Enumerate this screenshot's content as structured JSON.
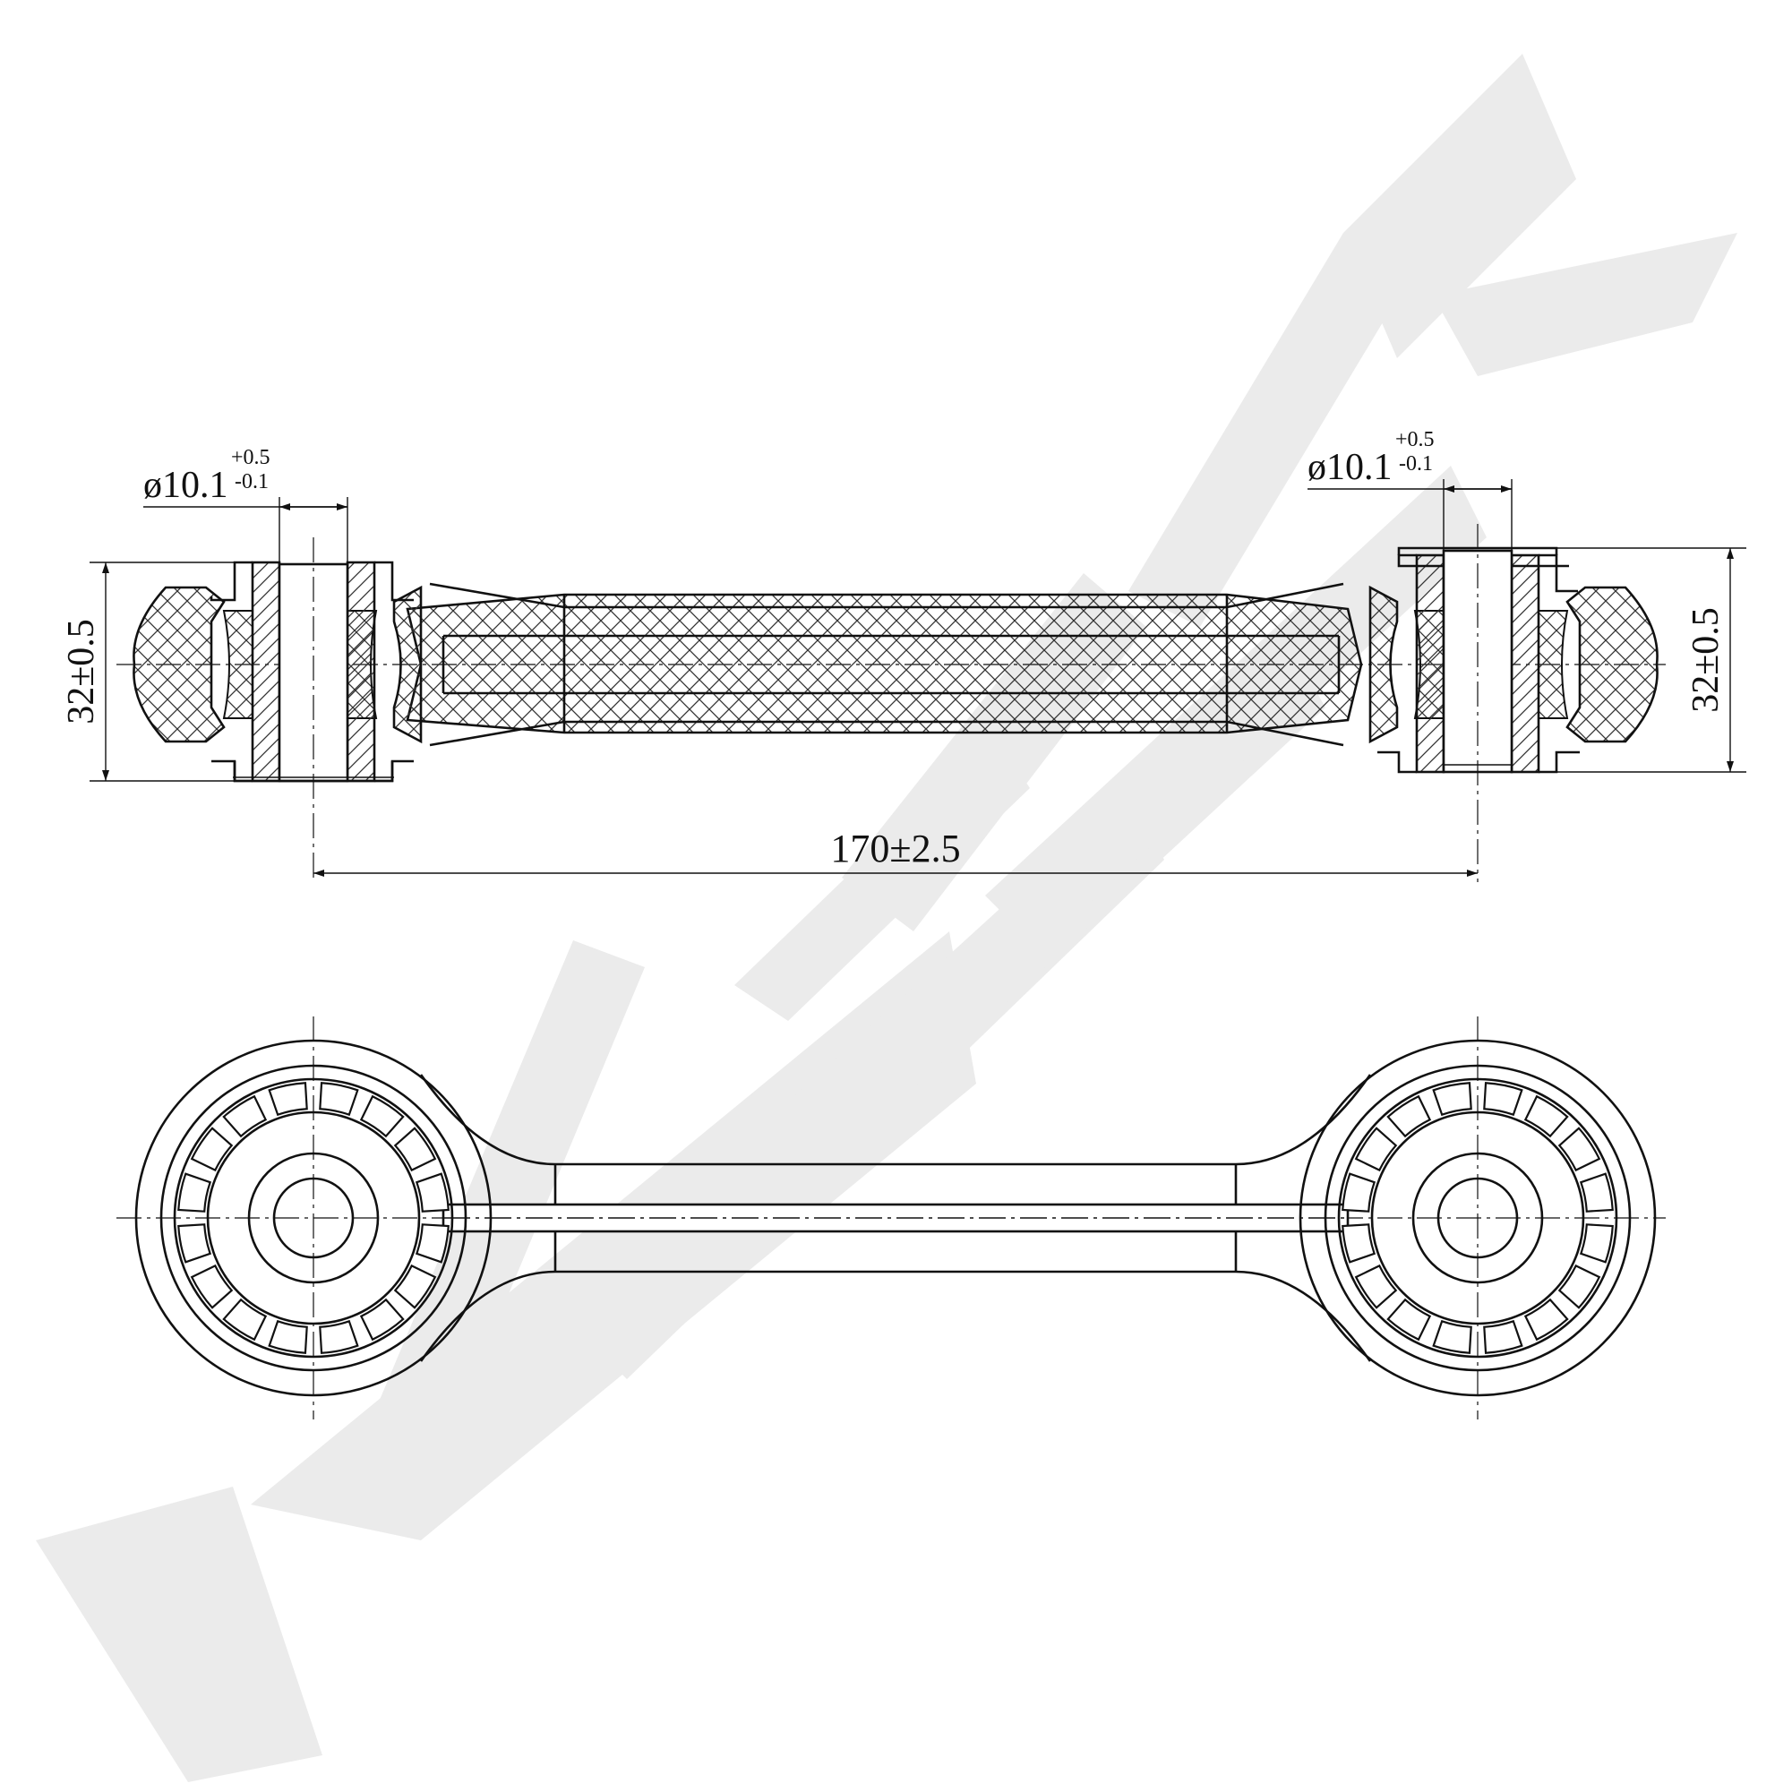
{
  "watermark": {
    "text": "ZENNEK",
    "color": "#ebebeb"
  },
  "dimensions": {
    "bore_left": {
      "nominal": "ø10.1",
      "tol_upper": "+0.5",
      "tol_lower": "-0.1"
    },
    "bore_right": {
      "nominal": "ø10.1",
      "tol_upper": "+0.5",
      "tol_lower": "-0.1"
    },
    "height_left": "32±0.5",
    "height_right": "32±0.5",
    "length": "170±2.5"
  },
  "colors": {
    "line": "#111111",
    "hatch": "#333333",
    "background": "#ffffff"
  }
}
